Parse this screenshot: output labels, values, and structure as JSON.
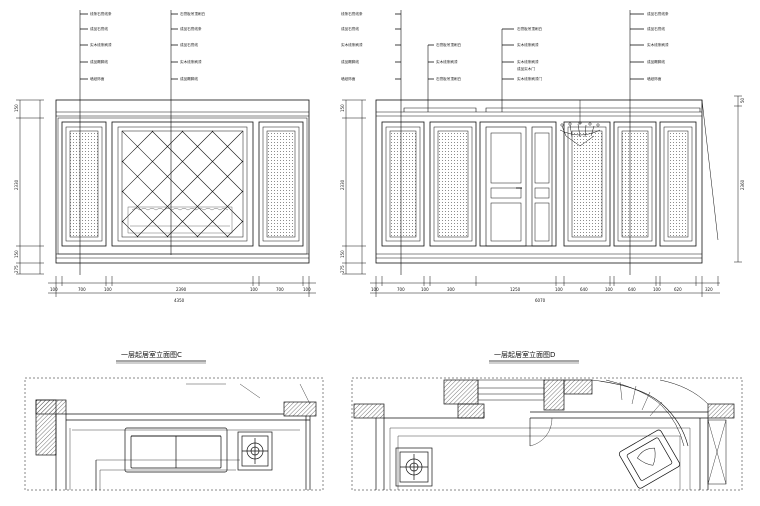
{
  "elevation_left": {
    "labels_left": [
      "线条石膏线条",
      "成品石膏线",
      "实木线条刷漆",
      "成品踢脚线",
      "墙纸饰面"
    ],
    "labels_right": [
      "石膏板吊顶刷白",
      "成品石膏线条",
      "成品石膏线",
      "实木线条刷漆",
      "成品踢脚线"
    ],
    "vertical_dims": [
      "150",
      "2330",
      "150",
      "275"
    ],
    "bottom_dims": [
      "100",
      "700",
      "100",
      "2390",
      "100",
      "700",
      "100"
    ],
    "total": "4350"
  },
  "elevation_right": {
    "labels_far_left": [
      "线条石膏线条",
      "成品石膏线",
      "实木线条刷漆",
      "成品踢脚线",
      "墙纸饰面"
    ],
    "labels_mid_left": [
      "石膏板吊顶刷白",
      "实木线条刷漆",
      "石膏板吊顶刷白"
    ],
    "labels_center": [
      "石膏板吊顶刷白",
      "实木线条刷漆",
      "实木线条刷漆",
      "成品实木门",
      "实木线条刷漆门"
    ],
    "labels_right": [
      "成品石膏线条",
      "成品石膏线",
      "实木线条刷漆",
      "成品踢脚线",
      "墙纸饰面"
    ],
    "vertical_dims_left": [
      "150",
      "2330",
      "150",
      "275"
    ],
    "vertical_dims_right": [
      "50",
      "2360"
    ],
    "bottom_dims": [
      "100",
      "700",
      "100",
      "300",
      "1250",
      "100",
      "640",
      "100",
      "640",
      "100",
      "620",
      "320"
    ],
    "total": "6070"
  },
  "plan_left": {
    "title": "一层起居室立面图C"
  },
  "plan_right": {
    "title": "一层起居室立面图D"
  },
  "colors": {
    "line": "#111111",
    "hatch": "#666666",
    "wall_fill": "#9a9a9a"
  }
}
